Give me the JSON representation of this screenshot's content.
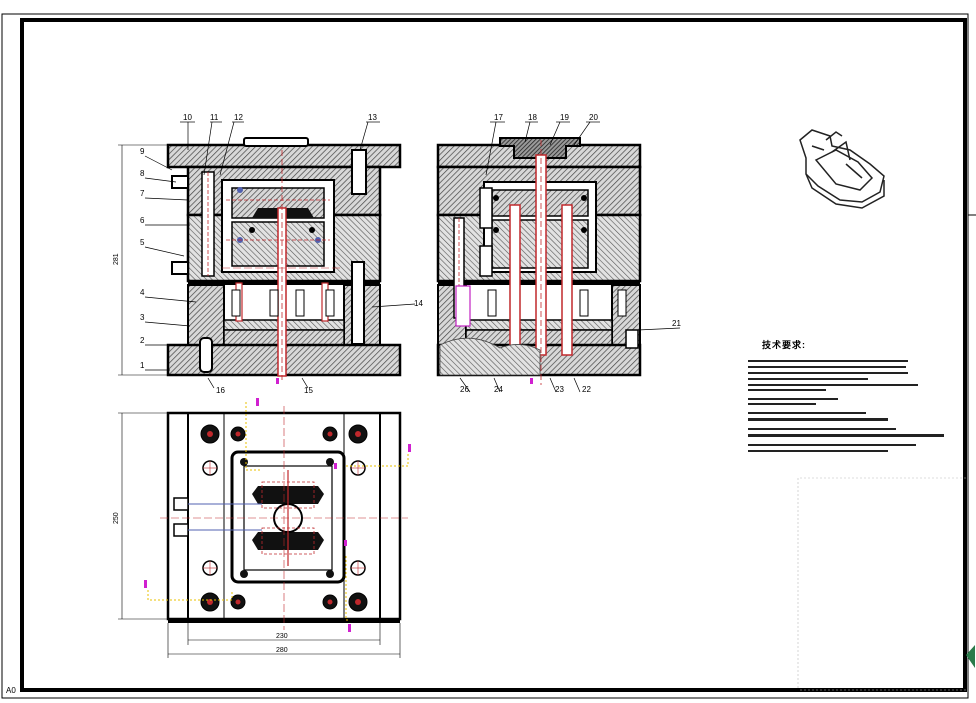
{
  "drawing": {
    "sheet_size_label": "A0",
    "part_numbers": [
      "1",
      "2",
      "3",
      "4",
      "5",
      "6",
      "7",
      "8",
      "9",
      "10",
      "11",
      "12",
      "13",
      "14",
      "15",
      "16",
      "17",
      "18",
      "19",
      "20",
      "21",
      "22",
      "23",
      "24",
      "26"
    ],
    "dimensions": {
      "height_front": "281",
      "height_plan": "250",
      "width_inner": "230",
      "width_outer": "280"
    }
  },
  "technical_requirements": {
    "title": "技术要求:"
  },
  "colors": {
    "line": "#000000",
    "hatch": "#555555",
    "red_channel": "#c0282c",
    "yellow_trace": "#e8c000",
    "magenta_mark": "#d020d0",
    "blue_pin": "#5060b0"
  }
}
